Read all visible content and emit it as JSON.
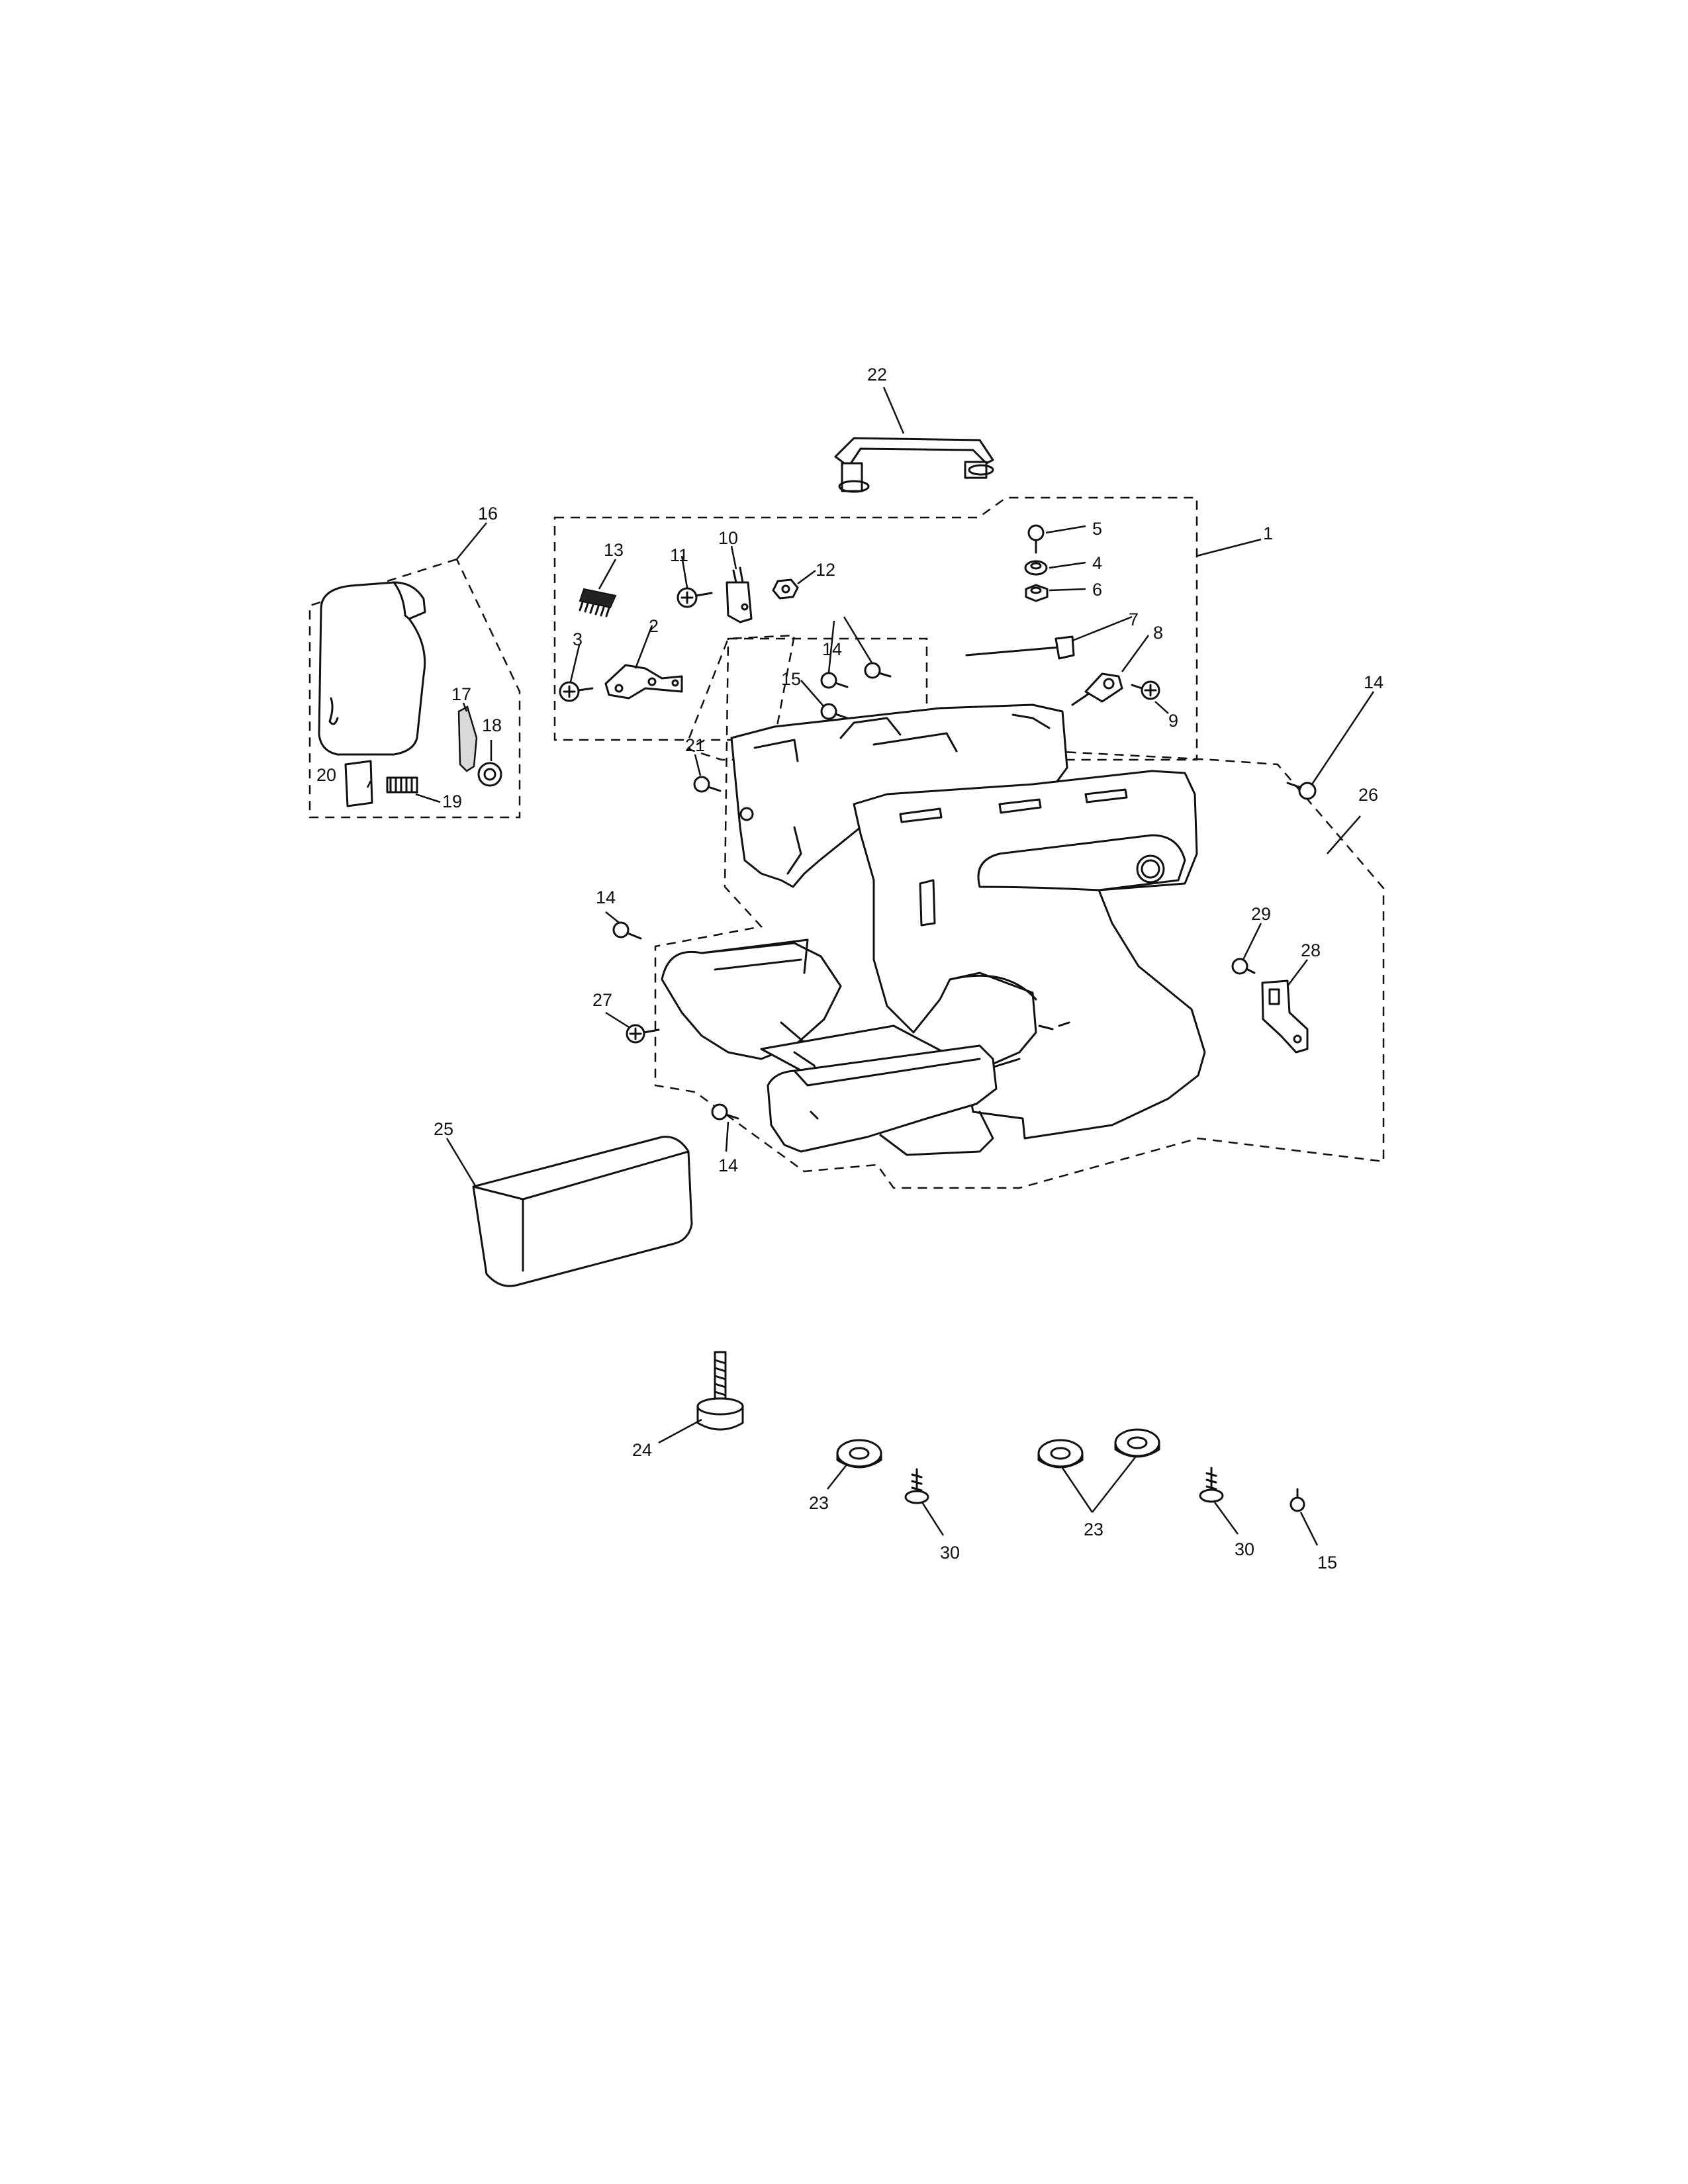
{
  "callouts": {
    "c1": "1",
    "c2": "2",
    "c3": "3",
    "c4": "4",
    "c5": "5",
    "c6": "6",
    "c7": "7",
    "c8": "8",
    "c9": "9",
    "c10": "10",
    "c11": "11",
    "c12": "12",
    "c13": "13",
    "c14a": "14",
    "c14b": "14",
    "c14c": "14",
    "c14d": "14",
    "c15a": "15",
    "c15b": "15",
    "c16": "16",
    "c17": "17",
    "c18": "18",
    "c19": "19",
    "c20": "20",
    "c21": "21",
    "c22": "22",
    "c23a": "23",
    "c23b": "23",
    "c24": "24",
    "c25": "25",
    "c26": "26",
    "c27": "27",
    "c28": "28",
    "c29": "29",
    "c30a": "30",
    "c30b": "30"
  }
}
